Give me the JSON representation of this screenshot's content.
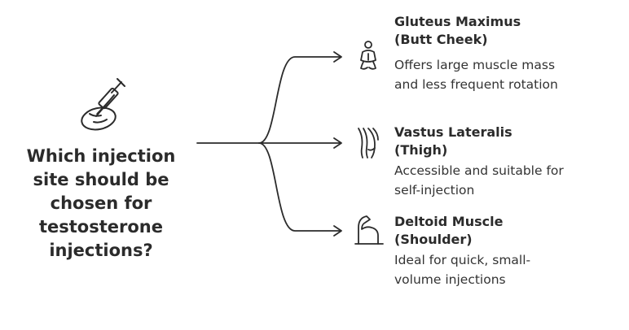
{
  "question": "Which injection\nsite should be\nchosen for\ntestosterone\ninjections?",
  "options": [
    {
      "title": "Gluteus Maximus\n(Butt Cheek)",
      "description": "Offers large muscle mass\nand less frequent rotation",
      "icon": "buttocks-icon"
    },
    {
      "title": "Vastus Lateralis\n(Thigh)",
      "description": "Accessible and suitable for\nself-injection",
      "icon": "thigh-icon"
    },
    {
      "title": "Deltoid Muscle\n(Shoulder)",
      "description": "Ideal for quick, small-\nvolume injections",
      "icon": "flexed-arm-icon"
    }
  ],
  "central_icon": "syringe-icon",
  "colors": {
    "stroke": "#2b2b2b",
    "text": "#2b2b2b",
    "background": "#ffffff"
  }
}
